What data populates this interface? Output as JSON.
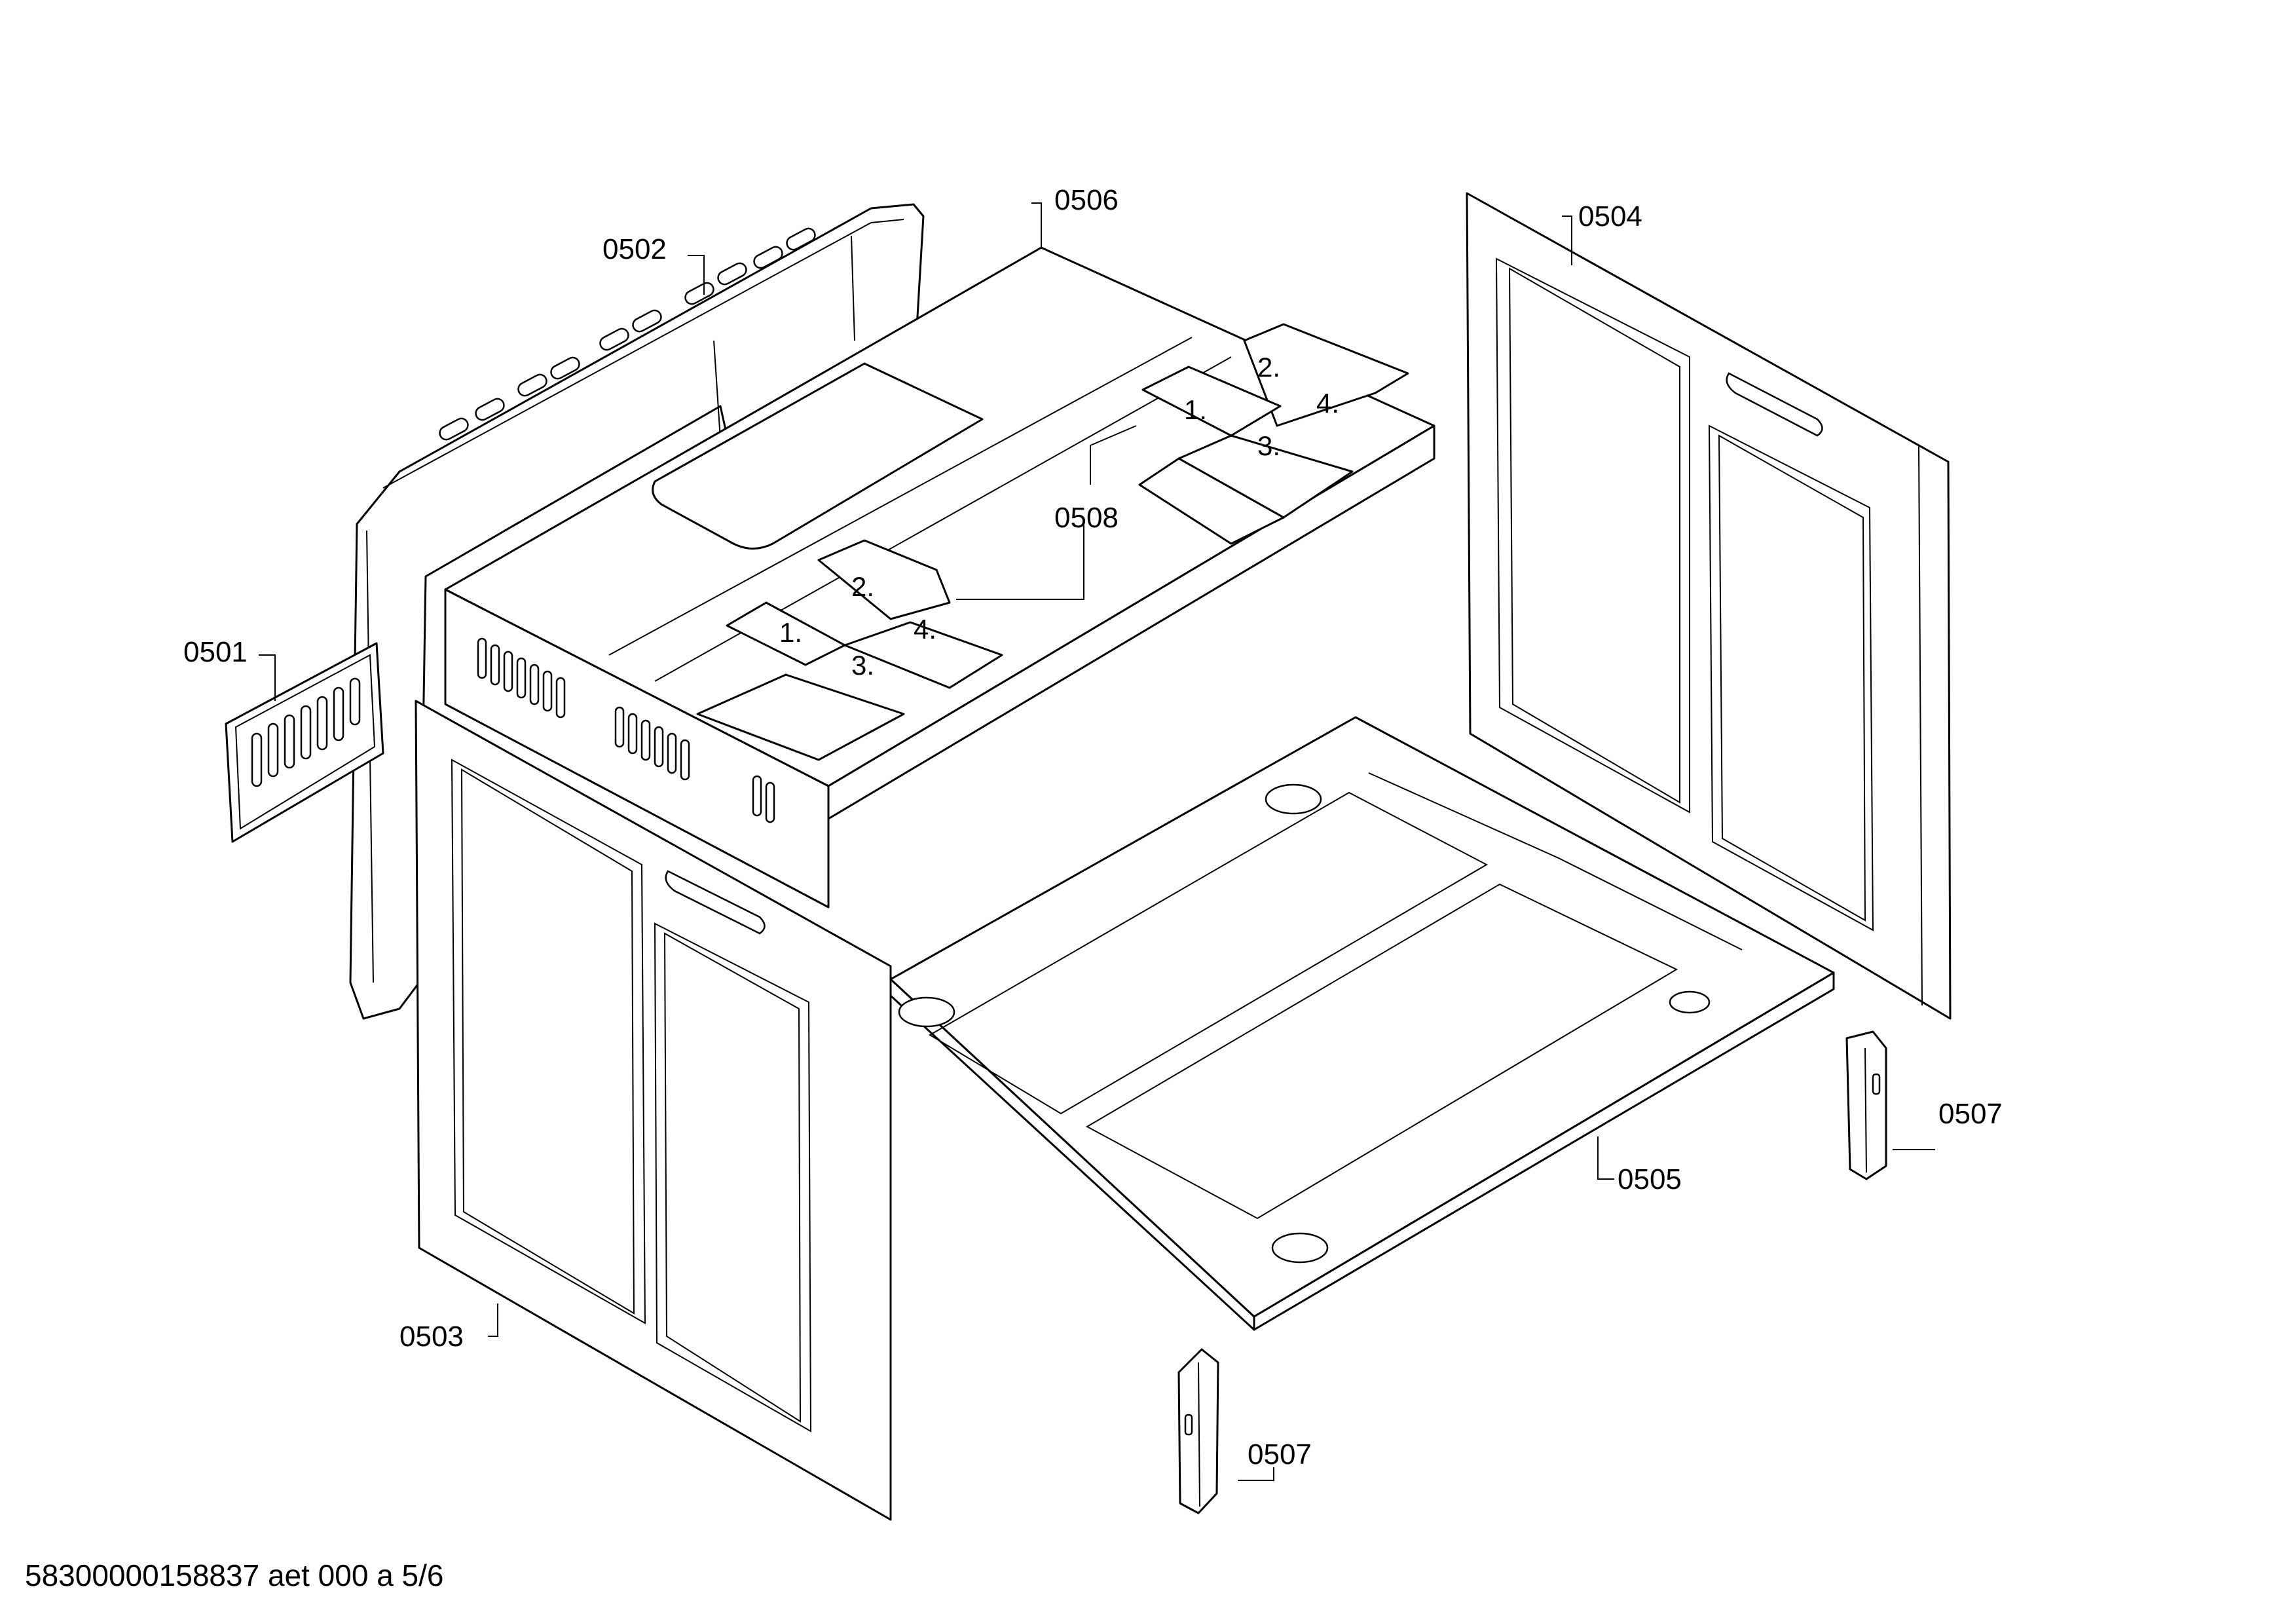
{
  "callouts": {
    "p0501": "0501",
    "p0502": "0502",
    "p0503": "0503",
    "p0504": "0504",
    "p0505": "0505",
    "p0506": "0506",
    "p0507a": "0507",
    "p0507b": "0507",
    "p0508": "0508"
  },
  "steps_top": {
    "s1": "1.",
    "s2": "2.",
    "s3": "3.",
    "s4": "4."
  },
  "steps_front": {
    "s1": "1.",
    "s2": "2.",
    "s3": "3.",
    "s4": "4."
  },
  "footer": {
    "doc_id": "58300000158837 aet 000 a 5/6"
  }
}
